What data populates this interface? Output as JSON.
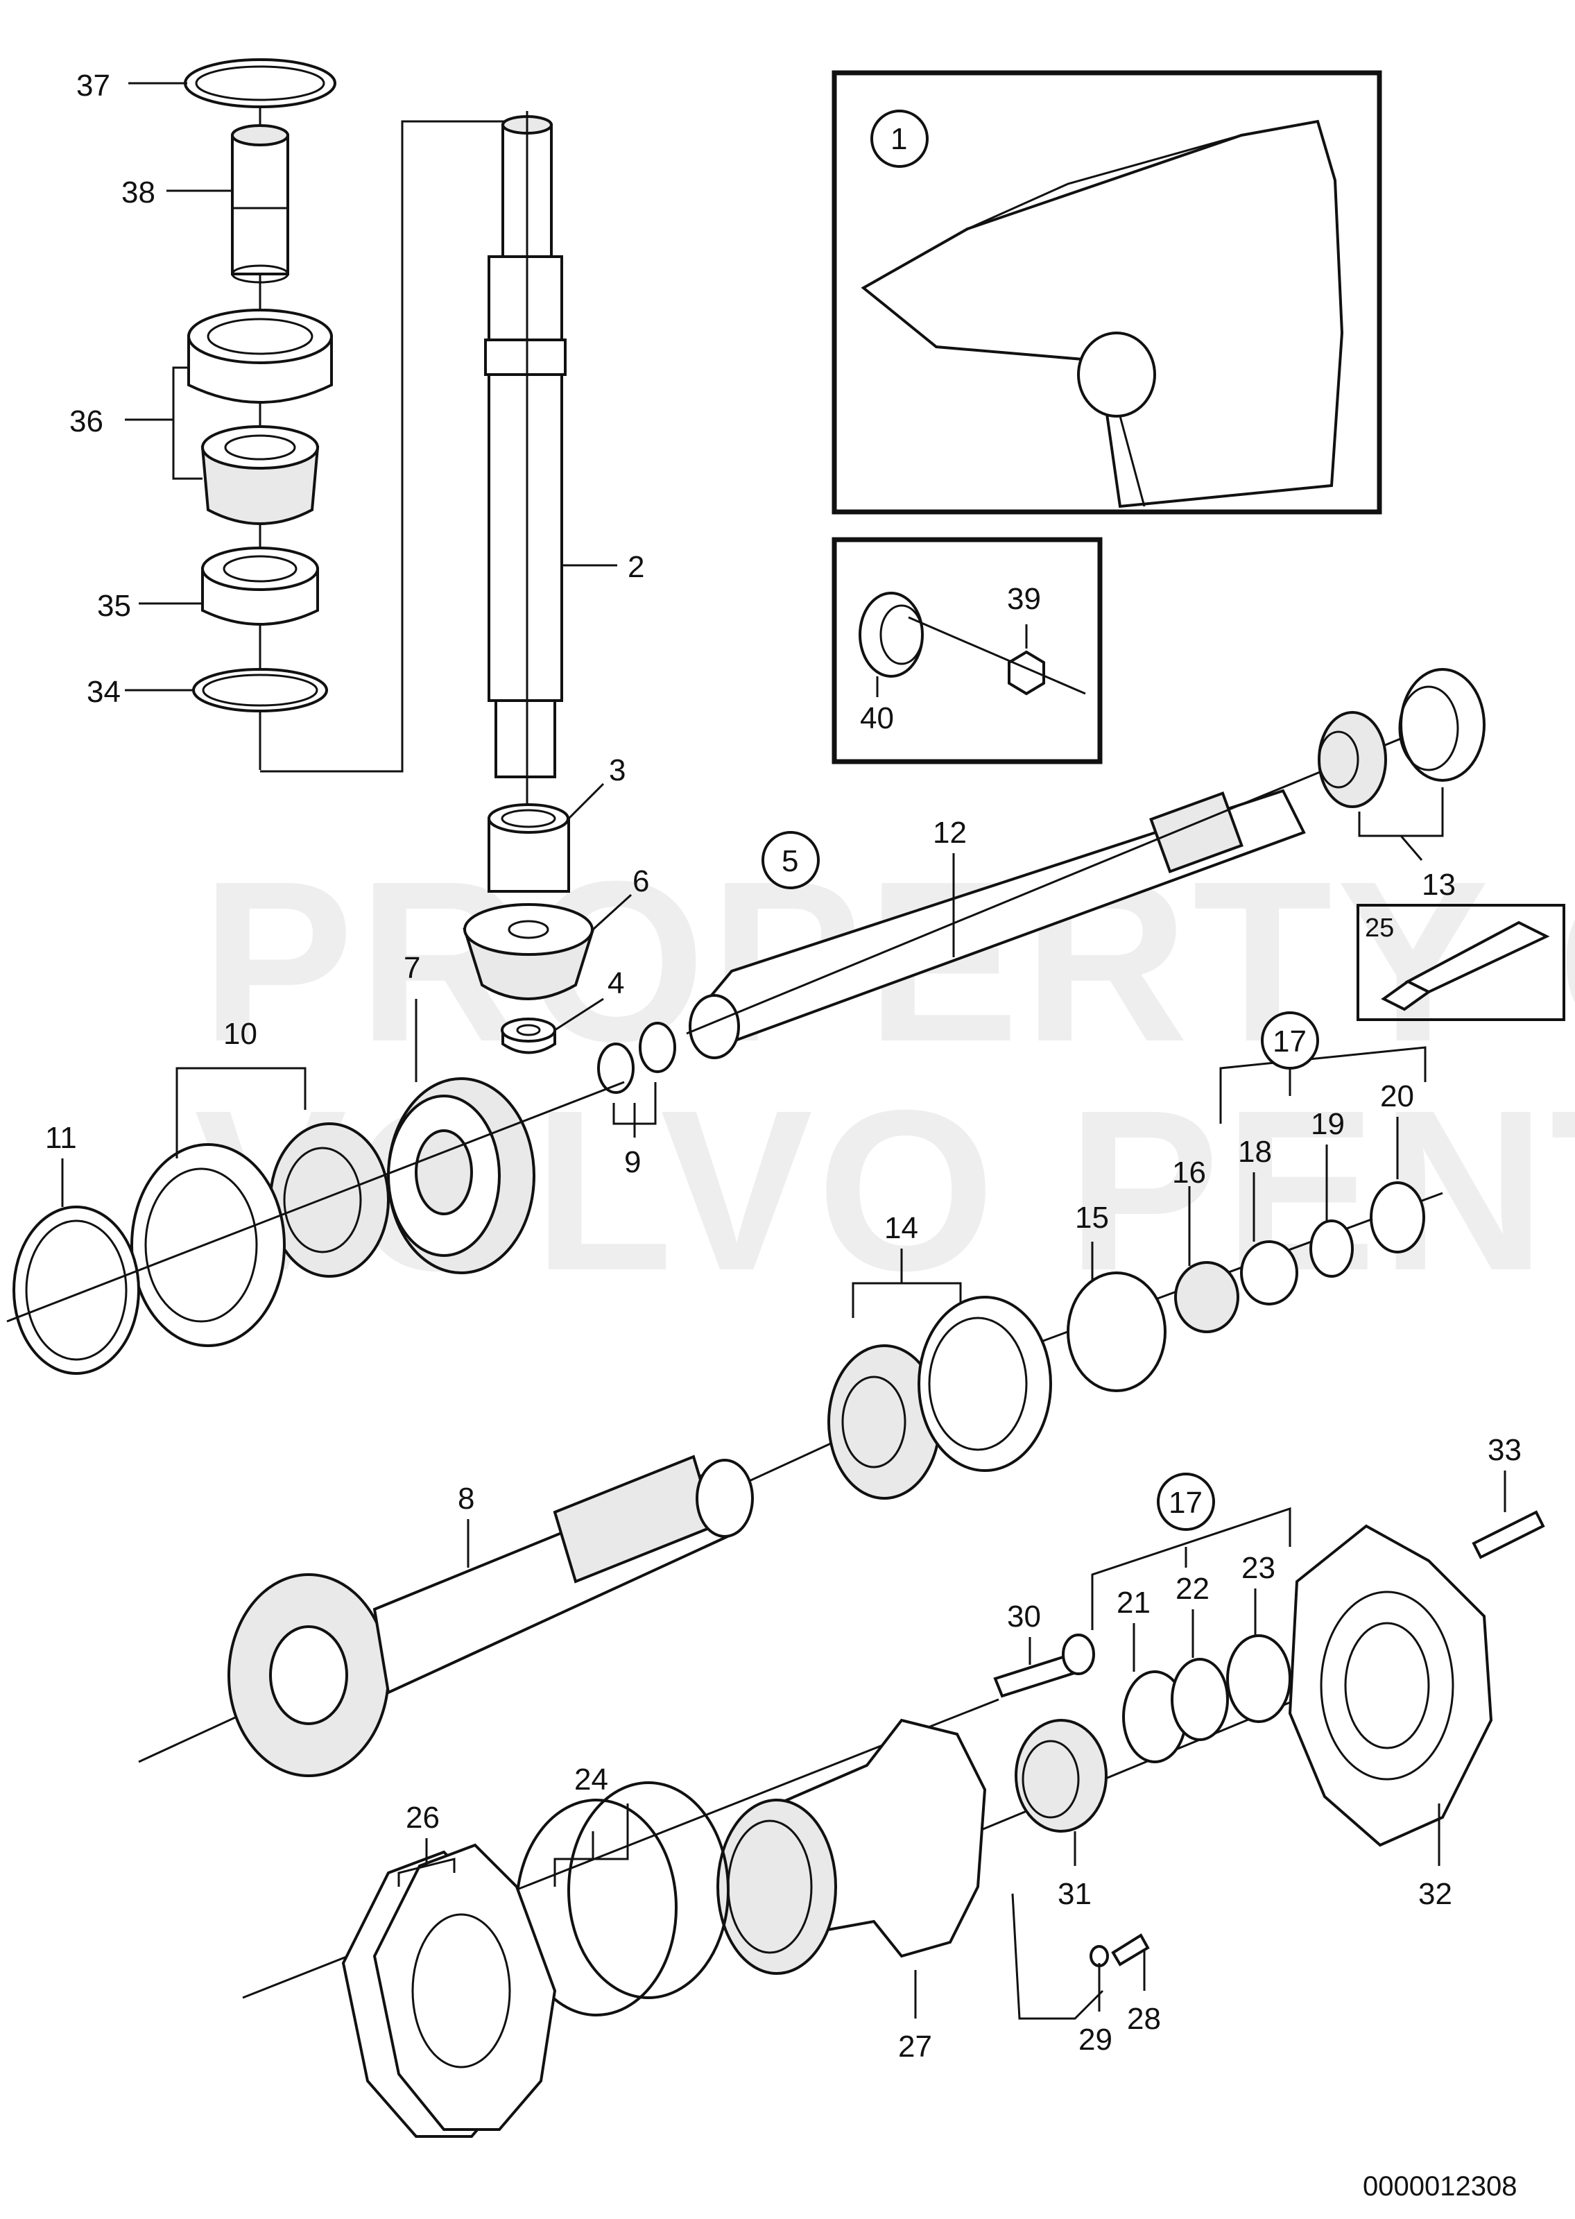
{
  "watermark": {
    "line1": "PROPERTY OF",
    "line2": "VOLVO PENTA"
  },
  "reference_number": "0000012308",
  "callouts": [
    {
      "id": "c37",
      "text": "37"
    },
    {
      "id": "c38",
      "text": "38"
    },
    {
      "id": "c36",
      "text": "36"
    },
    {
      "id": "c35",
      "text": "35"
    },
    {
      "id": "c34",
      "text": "34"
    },
    {
      "id": "c2",
      "text": "2"
    },
    {
      "id": "c3",
      "text": "3"
    },
    {
      "id": "c6",
      "text": "6"
    },
    {
      "id": "c4",
      "text": "4"
    },
    {
      "id": "c7",
      "text": "7"
    },
    {
      "id": "c10",
      "text": "10"
    },
    {
      "id": "c11",
      "text": "11"
    },
    {
      "id": "c9",
      "text": "9"
    },
    {
      "id": "c12",
      "text": "12"
    },
    {
      "id": "c13",
      "text": "13"
    },
    {
      "id": "c14",
      "text": "14"
    },
    {
      "id": "c15",
      "text": "15"
    },
    {
      "id": "c16",
      "text": "16"
    },
    {
      "id": "c18",
      "text": "18"
    },
    {
      "id": "c19",
      "text": "19"
    },
    {
      "id": "c20",
      "text": "20"
    },
    {
      "id": "c8",
      "text": "8"
    },
    {
      "id": "c30",
      "text": "30"
    },
    {
      "id": "c21",
      "text": "21"
    },
    {
      "id": "c22",
      "text": "22"
    },
    {
      "id": "c23",
      "text": "23"
    },
    {
      "id": "c33",
      "text": "33"
    },
    {
      "id": "c32",
      "text": "32"
    },
    {
      "id": "c31",
      "text": "31"
    },
    {
      "id": "c24",
      "text": "24"
    },
    {
      "id": "c26",
      "text": "26"
    },
    {
      "id": "c27",
      "text": "27"
    },
    {
      "id": "c29",
      "text": "29"
    },
    {
      "id": "c28",
      "text": "28"
    },
    {
      "id": "c39",
      "text": "39"
    },
    {
      "id": "c40",
      "text": "40"
    },
    {
      "id": "c25",
      "text": "25"
    }
  ],
  "circled_callouts": [
    {
      "id": "k1",
      "text": "1"
    },
    {
      "id": "k5",
      "text": "5"
    },
    {
      "id": "k17a",
      "text": "17"
    },
    {
      "id": "k17b",
      "text": "17"
    }
  ]
}
